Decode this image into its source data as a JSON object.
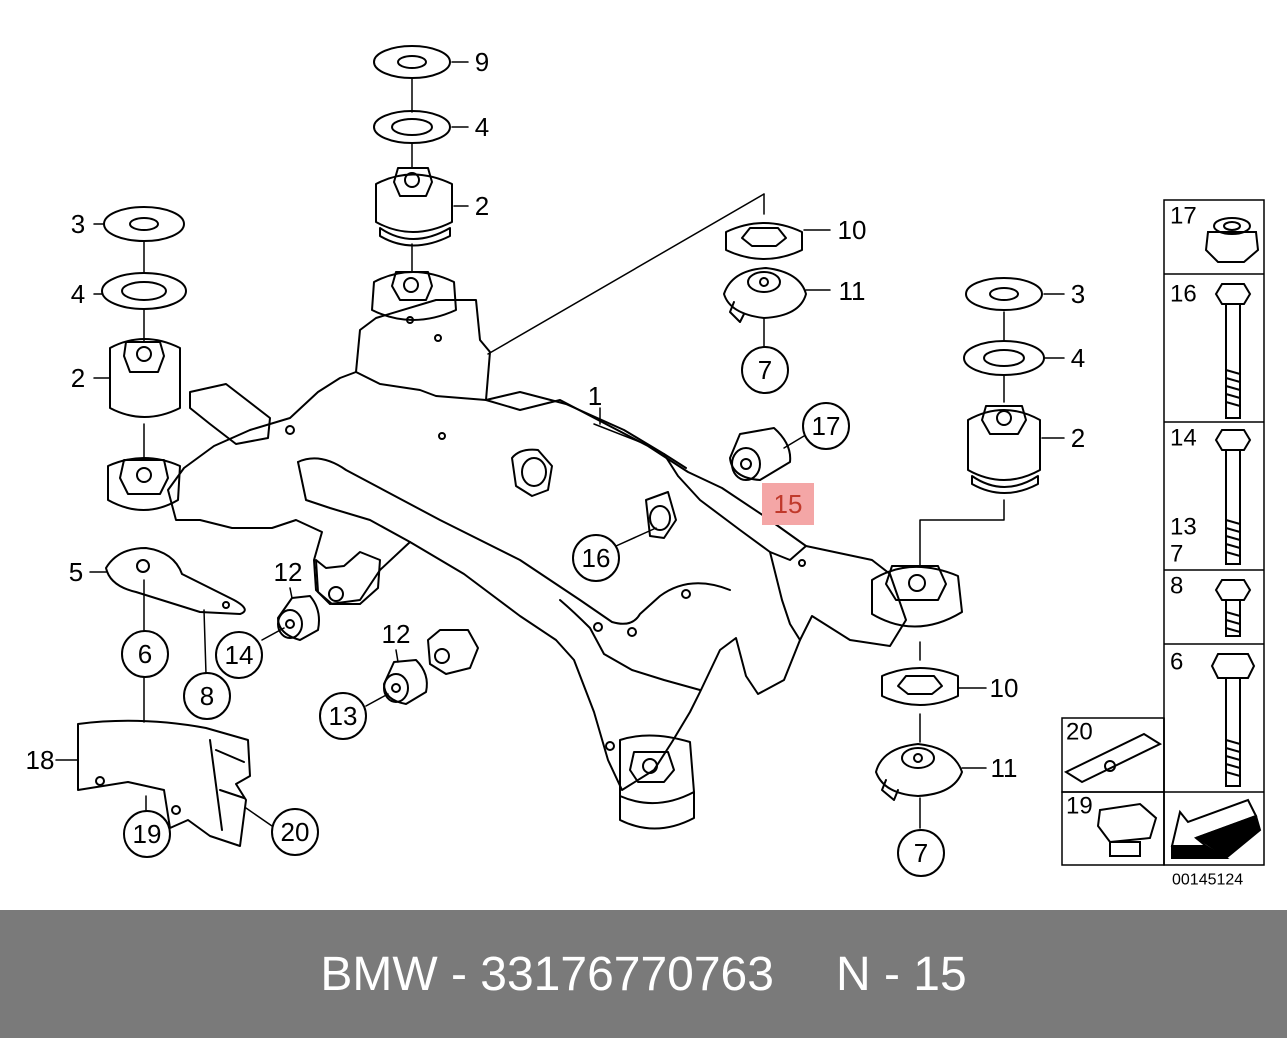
{
  "callouts": [
    {
      "id": "c9",
      "label": "9"
    },
    {
      "id": "c4a",
      "label": "4"
    },
    {
      "id": "c2a",
      "label": "2"
    },
    {
      "id": "c3b",
      "label": "3"
    },
    {
      "id": "c4b",
      "label": "4"
    },
    {
      "id": "c2b",
      "label": "2"
    },
    {
      "id": "c5",
      "label": "5"
    },
    {
      "id": "c6",
      "label": "6"
    },
    {
      "id": "c8",
      "label": "8"
    },
    {
      "id": "c18",
      "label": "18"
    },
    {
      "id": "c19",
      "label": "19"
    },
    {
      "id": "c20",
      "label": "20"
    },
    {
      "id": "c12a",
      "label": "12"
    },
    {
      "id": "c14",
      "label": "14"
    },
    {
      "id": "c12b",
      "label": "12"
    },
    {
      "id": "c13",
      "label": "13"
    },
    {
      "id": "c10a",
      "label": "10"
    },
    {
      "id": "c11a",
      "label": "11"
    },
    {
      "id": "c7a",
      "label": "7"
    },
    {
      "id": "c1",
      "label": "1"
    },
    {
      "id": "c17",
      "label": "17"
    },
    {
      "id": "c15",
      "label": "15"
    },
    {
      "id": "c16",
      "label": "16"
    },
    {
      "id": "c3c",
      "label": "3"
    },
    {
      "id": "c4c",
      "label": "4"
    },
    {
      "id": "c2c",
      "label": "2"
    },
    {
      "id": "c10b",
      "label": "10"
    },
    {
      "id": "c11b",
      "label": "11"
    },
    {
      "id": "c7b",
      "label": "7"
    }
  ],
  "highlight": {
    "label": "15",
    "color": "#f4a6a6"
  },
  "sidebar": {
    "cells": [
      {
        "id": "s17",
        "label": "17"
      },
      {
        "id": "s16",
        "label": "16"
      },
      {
        "id": "s14",
        "label": "14"
      },
      {
        "id": "s13",
        "label": "13"
      },
      {
        "id": "s7",
        "label": "7"
      },
      {
        "id": "s8",
        "label": "8"
      },
      {
        "id": "s6",
        "label": "6"
      },
      {
        "id": "s20",
        "label": "20"
      },
      {
        "id": "s19",
        "label": "19"
      }
    ]
  },
  "diagram_code": "00145124",
  "footer": {
    "brand": "BMW - 33176770763",
    "position": "N - 15"
  },
  "colors": {
    "footer_bg": "#7a7a7a",
    "line": "#000000"
  }
}
